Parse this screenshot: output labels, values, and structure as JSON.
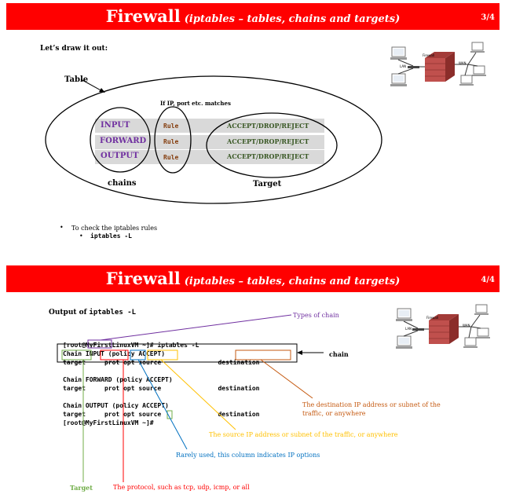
{
  "slide1": {
    "title_main": "Firewall",
    "title_sub": "(iptables – tables, chains and targets)",
    "page": "3/4",
    "heading": "Let’s draw it out:",
    "table_label": "Table",
    "match_note": "If IP, port etc. matches",
    "chains": [
      "INPUT",
      "FORWARD",
      "OUTPUT"
    ],
    "rules": [
      "Rule",
      "Rule",
      "Rule"
    ],
    "targets": [
      "ACCEPT/DROP/REJECT",
      "ACCEPT/DROP/REJECT",
      "ACCEPT/DROP/REJECT"
    ],
    "chains_label": "chains",
    "target_label": "Target",
    "bullet": "To check the iptables rules",
    "sub_bullet": "iptables -L",
    "diagram": {
      "firewall": "Firewall",
      "lan": "LAN",
      "wan": "WAN"
    }
  },
  "slide2": {
    "title_main": "Firewall",
    "title_sub": "(iptables – tables, chains and targets)",
    "page": "4/4",
    "heading_prefix": "Output of",
    "heading_cmd": "iptables -L",
    "terminal": [
      "[root@MyFirstLinuxVM ~]# iptables -L",
      "Chain INPUT (policy ACCEPT)",
      "target     prot opt source               destination",
      "",
      "Chain FORWARD (policy ACCEPT)",
      "target     prot opt source               destination",
      "",
      "Chain OUTPUT (policy ACCEPT)",
      "target     prot opt source               destination",
      "[root@MyFirstLinuxVM ~]# "
    ],
    "annotations": {
      "types_of_chain": "Types of chain",
      "chain": "chain",
      "destination": "The destination IP address or subnet of the traffic, or anywhere",
      "source": "The source IP address or subnet of the traffic, or anywhere",
      "opt": "Rarely used, this column indicates IP options",
      "target": "Target",
      "prot": "The protocol, such as tcp, udp, icmp, or all"
    },
    "diagram": {
      "firewall": "Firewall",
      "lan": "LAN",
      "wan": "WAN"
    }
  },
  "colors": {
    "banner": "#ff0000",
    "chain_purple": "#7030a0",
    "rule_brown": "#843c0c",
    "target_green": "#385723",
    "orange": "#c55a11",
    "yellow": "#ffc000",
    "blue": "#0070c0",
    "green_line": "#70ad47",
    "red_line": "#ff0000"
  }
}
